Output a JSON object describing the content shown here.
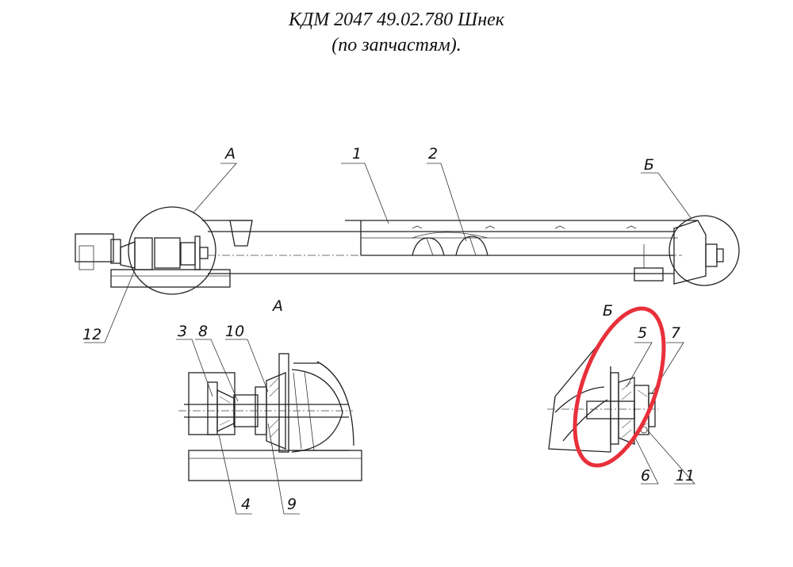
{
  "title": {
    "line1": "КДМ 2047 49.02.780 Шнек",
    "line2": "(по запчастям)."
  },
  "views": {
    "a": "А",
    "b": "Б"
  },
  "callouts": {
    "c1": "1",
    "c2": "2",
    "c3": "3",
    "c4": "4",
    "c5": "5",
    "c6": "6",
    "c7": "7",
    "c8": "8",
    "c9": "9",
    "c10": "10",
    "c11": "11",
    "c12": "12"
  },
  "highlight_color": "#e8303a"
}
